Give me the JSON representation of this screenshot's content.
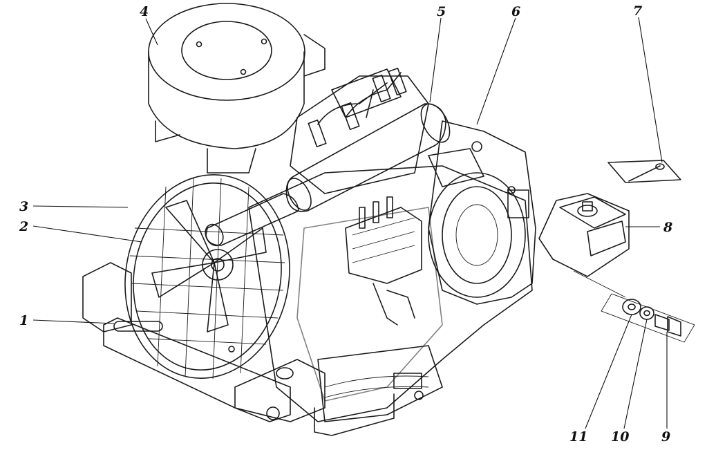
{
  "callouts": {
    "c1": "1",
    "c2": "2",
    "c3": "3",
    "c4": "4",
    "c5": "5",
    "c6": "6",
    "c7": "7",
    "c8": "8",
    "c9": "9",
    "c10": "10",
    "c11": "11"
  },
  "colors": {
    "ink": "#1a1a1a",
    "background": "#ffffff"
  }
}
